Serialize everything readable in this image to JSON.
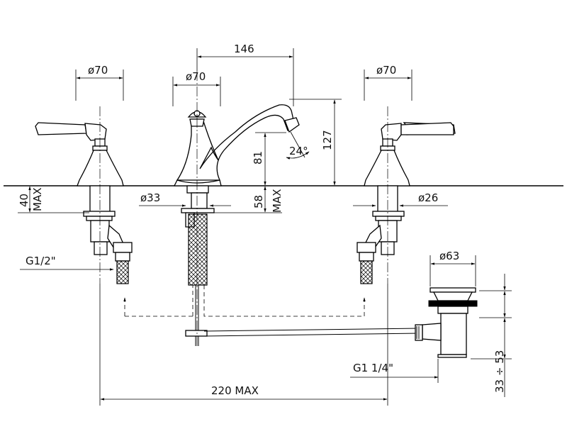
{
  "dimensions": {
    "left_handle_diameter": "ø70",
    "spout_diameter": "ø70",
    "right_handle_diameter": "ø70",
    "spout_reach": "146",
    "spout_height": "127",
    "spout_outlet_height": "81",
    "spout_angle": "24°",
    "deck_max_thickness_left": "40",
    "deck_max_thickness_left_suffix": "MAX",
    "deck_max_thickness_spout": "58",
    "deck_max_thickness_spout_suffix": "MAX",
    "spout_hole_diameter": "ø33",
    "valve_hole_diameter": "ø26",
    "inlet_thread": "G1/2\"",
    "waste_diameter": "ø63",
    "waste_thread": "G1  1/4\"",
    "waste_height_range": "33 ÷ 53",
    "overall_width": "220 MAX"
  }
}
